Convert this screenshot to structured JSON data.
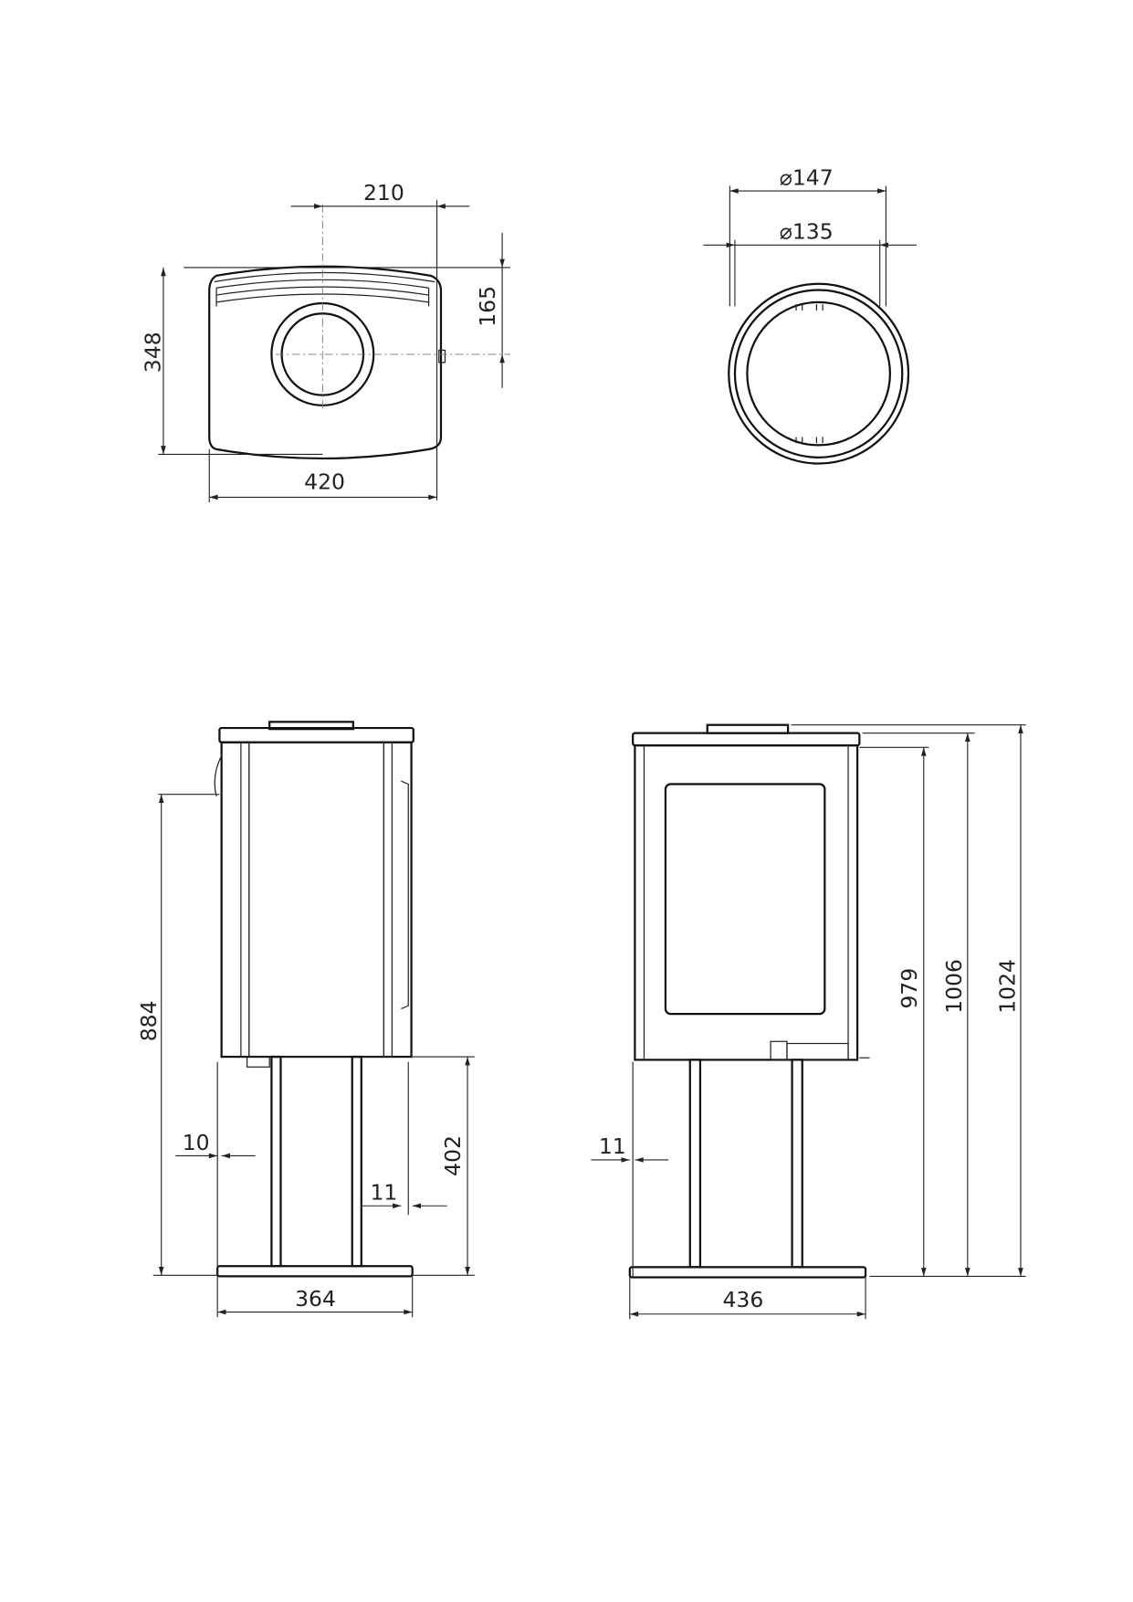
{
  "drawing": {
    "top_view": {
      "width": "420",
      "depth": "348",
      "flue_offset_x": "210",
      "flue_offset_y": "165"
    },
    "flue_detail": {
      "outer_diameter": "⌀147",
      "inner_diameter": "⌀135"
    },
    "side_view": {
      "height_to_flue": "884",
      "stand_height": "402",
      "depth": "364",
      "offset_left": "10",
      "offset_right": "11"
    },
    "front_view": {
      "height_body": "979",
      "height_top": "1006",
      "height_total": "1024",
      "width": "436",
      "offset_left": "11"
    }
  }
}
